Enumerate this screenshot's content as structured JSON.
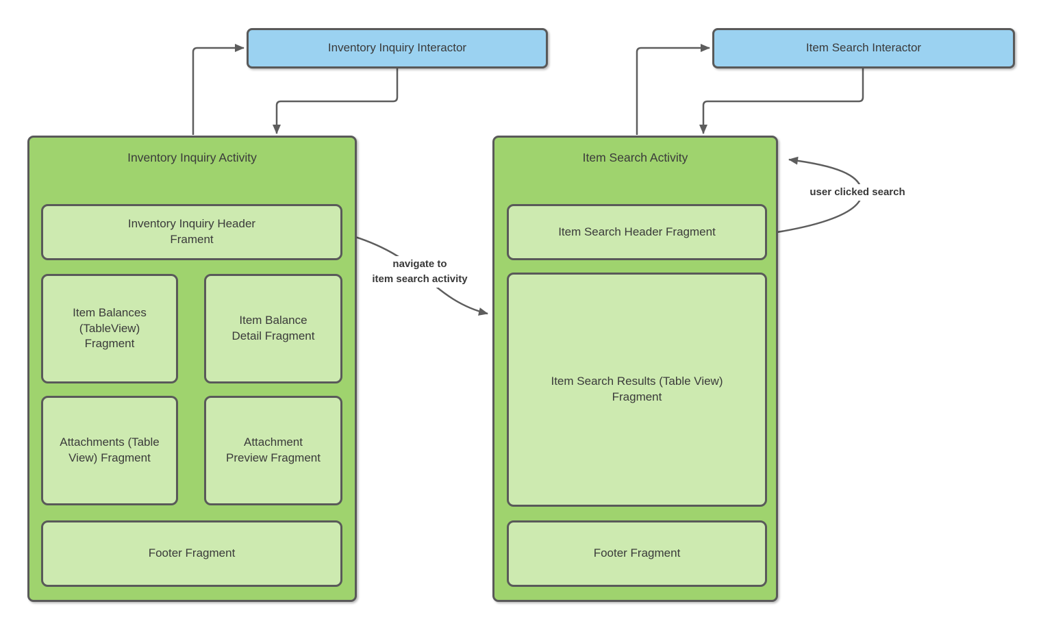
{
  "colors": {
    "background": "#ffffff",
    "interactor_fill": "#9bd2f1",
    "activity_fill": "#9fd36e",
    "fragment_fill": "#cdeab0",
    "border": "#595959",
    "connector": "#5d5d5d",
    "text": "#3a3a3a"
  },
  "interactors": [
    {
      "label": "Inventory Inquiry Interactor"
    },
    {
      "label": "Item Search Interactor"
    }
  ],
  "activities": [
    {
      "title": "Inventory Inquiry Activity",
      "fragments": [
        {
          "label": "Inventory Inquiry Header\nFrament"
        },
        {
          "label": "Item Balances\n(TableView)\nFragment"
        },
        {
          "label": "Item Balance\nDetail Fragment"
        },
        {
          "label": "Attachments (Table\nView) Fragment"
        },
        {
          "label": "Attachment\nPreview Fragment"
        },
        {
          "label": "Footer Fragment"
        }
      ]
    },
    {
      "title": "Item Search Activity",
      "fragments": [
        {
          "label": "Item Search Header Fragment"
        },
        {
          "label": "Item Search Results (Table View)\nFragment"
        },
        {
          "label": "Footer Fragment"
        }
      ]
    }
  ],
  "edge_labels": [
    {
      "label": "navigate to\nitem search activity"
    },
    {
      "label": "user clicked search"
    }
  ]
}
